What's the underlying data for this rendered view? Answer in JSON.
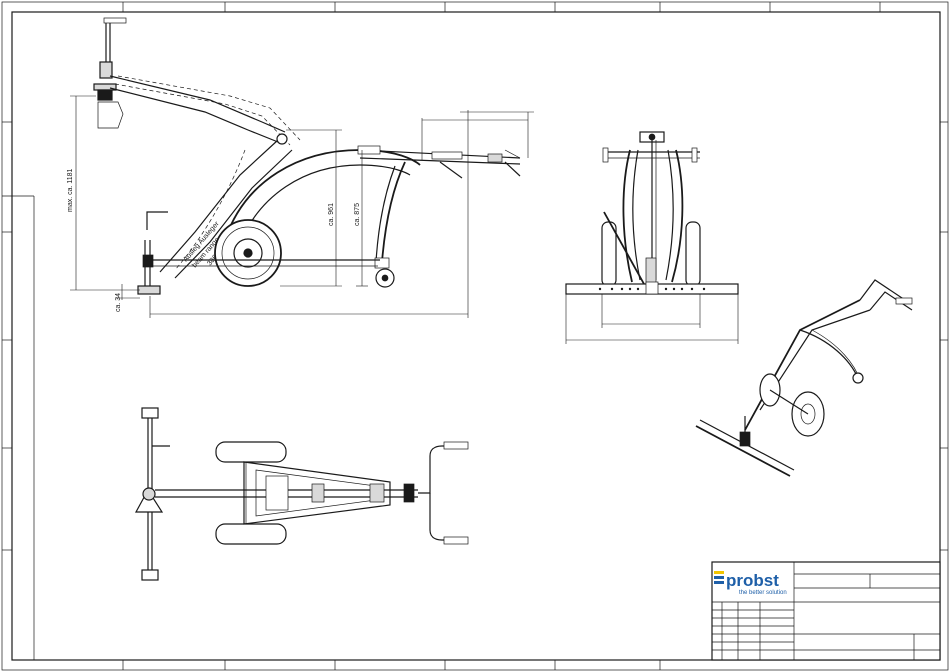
{
  "brand": {
    "name": "probst",
    "tagline": "the better solution",
    "accent_color": "#1e5fa8",
    "logo_mark_color": "#f2c500"
  },
  "dimensions": {
    "max_height": "max. ca. 1181",
    "ground_offset": "ca. 34",
    "height_961": "ca. 961",
    "height_875": "ca. 875",
    "beam_label_1": "Ausleg Ausleger",
    "beam_label_2": "beam range",
    "beam_value": "386"
  },
  "views": [
    "side-view",
    "front-view",
    "top-view",
    "isometric-view"
  ]
}
